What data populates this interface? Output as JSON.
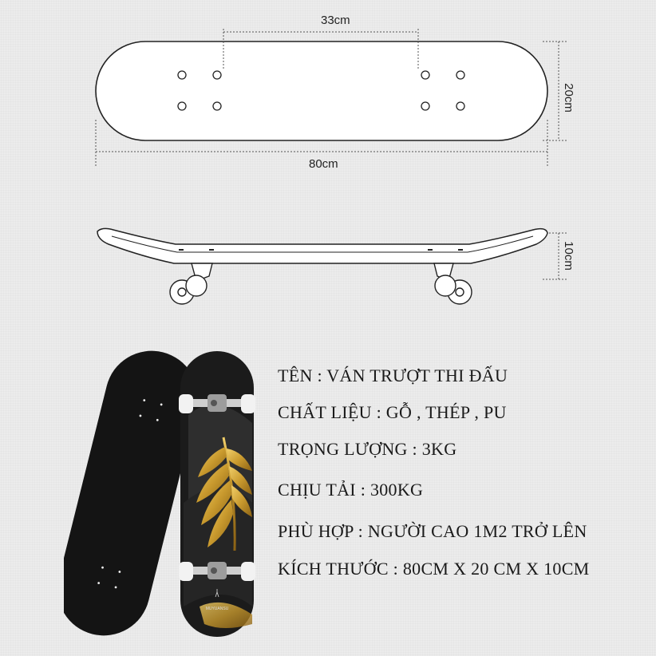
{
  "dimensions": {
    "truck_spacing": "33cm",
    "length": "80cm",
    "width": "20cm",
    "height": "10cm"
  },
  "board_graphic": {
    "brand_text": "MUYUANSU"
  },
  "specs": [
    {
      "text": "TÊN : VÁN TRƯỢT THI ĐẤU"
    },
    {
      "text": "CHẤT LIỆU : GỖ , THÉP , PU"
    },
    {
      "text": "TRỌNG LƯỢNG : 3KG"
    },
    {
      "text": "CHỊU TẢI : 300KG"
    },
    {
      "text": "PHÙ HỢP : NGƯỜI CAO 1M2 TRỞ LÊN"
    },
    {
      "text": "KÍCH THƯỚC : 80CM X 20 CM X 10CM"
    }
  ],
  "colors": {
    "deck_dark": "#141414",
    "leaf_gold": "#c99a2e",
    "line": "#333333"
  }
}
